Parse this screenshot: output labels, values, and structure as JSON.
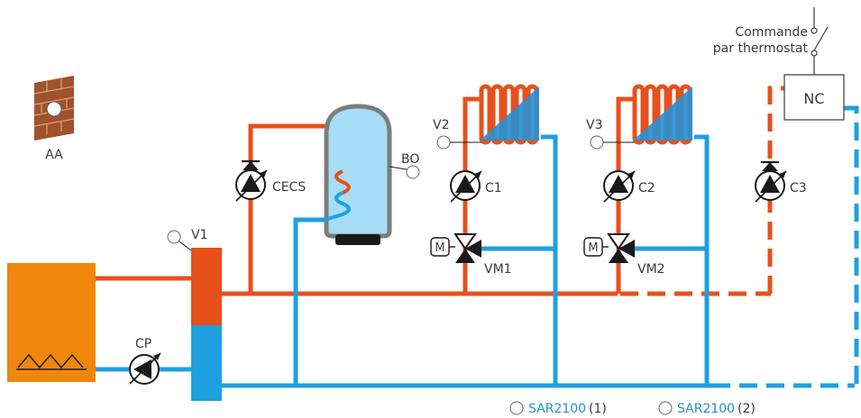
{
  "colors": {
    "hot": "#E8501B",
    "cold": "#1EA0E0",
    "boiler": "#F0870A",
    "tank": "#A6DDF7",
    "dark": "#1a1a1a",
    "sar_link": "#1E8FD6",
    "brick": "#A0522D"
  },
  "labels": {
    "aa": "AA",
    "v1": "V1",
    "cp": "CP",
    "cecs": "CECS",
    "bo": "BO",
    "v2": "V2",
    "c1": "C1",
    "vm1": "VM1",
    "m1": "M",
    "v3": "V3",
    "c2": "C2",
    "vm2": "VM2",
    "m2": "M",
    "c3": "C3",
    "nc": "NC",
    "commande_line1": "Commande",
    "commande_line2": "par thermostat"
  },
  "footer": {
    "sar1_name": "SAR2100",
    "sar1_suffix": "(1)",
    "sar2_name": "SAR2100",
    "sar2_suffix": "(2)"
  },
  "icons": {
    "outdoor_sensor": "brick-wall-sensor-icon",
    "pump": "pump-icon",
    "mixing_valve": "three-way-valve-icon",
    "radiator": "radiator-icon",
    "sensor": "sensor-circle-icon",
    "switch": "switch-icon"
  }
}
